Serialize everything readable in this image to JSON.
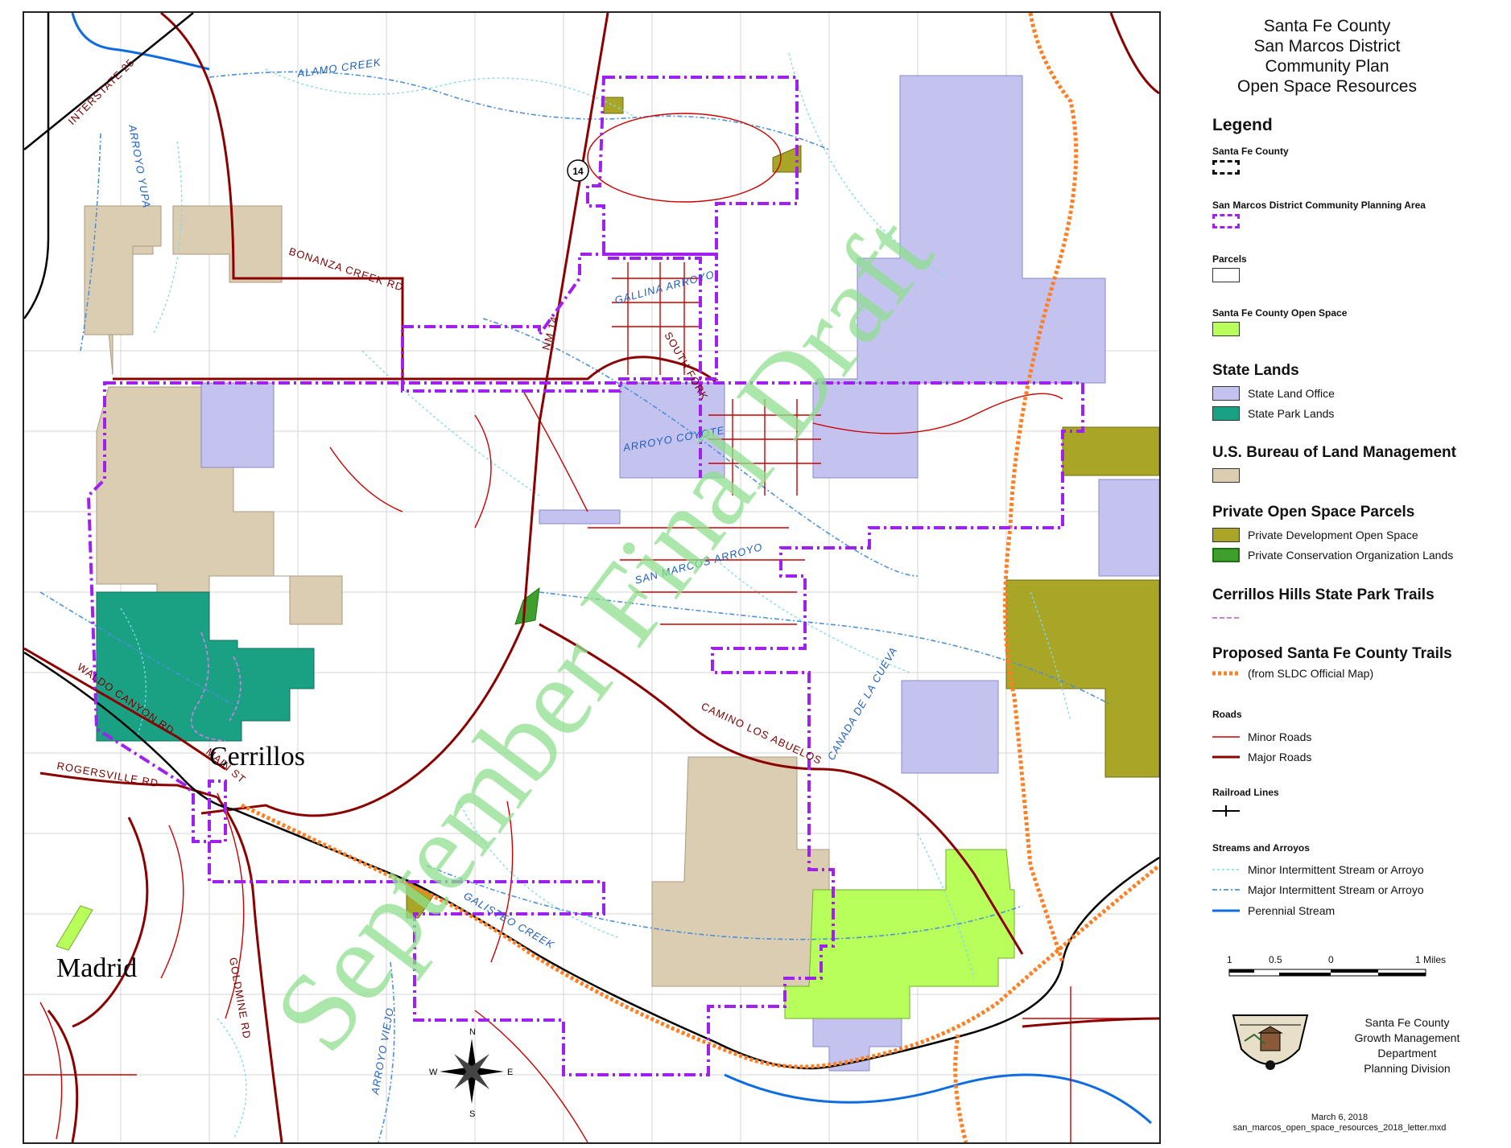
{
  "title": {
    "lines": [
      "Santa Fe County",
      "San Marcos District",
      "Community Plan",
      "Open Space Resources"
    ]
  },
  "legend": {
    "heading": "Legend",
    "santa_fe_county": "Santa Fe County",
    "planning_area": "San Marcos District Community Planning Area",
    "parcels": "Parcels",
    "county_open_space": "Santa Fe County Open Space",
    "state_lands": {
      "heading": "State Lands",
      "items": [
        "State Land Office",
        "State Park Lands"
      ]
    },
    "blm": "U.S. Bureau of Land Management",
    "private_open_space": {
      "heading": "Private Open Space Parcels",
      "items": [
        "Private Development Open Space",
        "Private Conservation Organization Lands"
      ]
    },
    "cerrillos_trails": "Cerrillos Hills State Park Trails",
    "proposed_trails": {
      "heading": "Proposed Santa Fe County Trails",
      "note": "(from SLDC Official Map)"
    },
    "roads": {
      "heading": "Roads",
      "items": [
        "Minor Roads",
        "Major Roads"
      ]
    },
    "railroad": "Railroad Lines",
    "streams": {
      "heading": "Streams and Arroyos",
      "items": [
        "Minor Intermittent Stream or Arroyo",
        "Major Intermittent Stream or Arroyo",
        "Perennial Stream"
      ]
    }
  },
  "scale_bar": {
    "labels": [
      "1",
      "0.5",
      "0",
      "1 Miles"
    ]
  },
  "agency": {
    "lines": [
      "Santa Fe County",
      "Growth Management",
      "Department",
      "Planning Division"
    ]
  },
  "footer": {
    "date": "March 6, 2018",
    "filename": "san_marcos_open_space_resources_2018_letter.mxd"
  },
  "map": {
    "watermark": "September Final Draft",
    "towns": [
      "Cerrillos",
      "Madrid"
    ],
    "roads": [
      "INTERSTATE 25",
      "BONANZA CREEK RD",
      "NM 14",
      "SOUTH FORK",
      "WALDO CANYON RD",
      "ROGERSVILLE RD",
      "MAIN ST",
      "CAMINO LOS ABUELOS",
      "GOLDMINE RD"
    ],
    "route_shield": "14",
    "streams": [
      "ALAMO CREEK",
      "ARROYO YUPA",
      "GALLINA ARROYO",
      "ARROYO COYOTE",
      "SAN MARCOS ARROYO",
      "CANADA DE LA CUEVA",
      "GALISTEO CREEK",
      "ARROYO VIEJO"
    ],
    "compass": [
      "N",
      "S",
      "E",
      "W"
    ]
  },
  "colors": {
    "state_land_office": "#c4c3ef",
    "state_park_lands": "#1aa184",
    "blm": "#dbcdb1",
    "county_open_space": "#b8ff5c",
    "private_development": "#a9a627",
    "private_conservation": "#3f9f2c",
    "planning_boundary": "#a020f0",
    "minor_road": "#cc0000",
    "major_road": "#8b0000",
    "trail_proposed": "#ff7f24",
    "stream_minor": "#7fd8e8",
    "stream_major": "#4a90d9",
    "stream_perennial": "#0f6ce0",
    "watermark": "#8fe08f"
  }
}
